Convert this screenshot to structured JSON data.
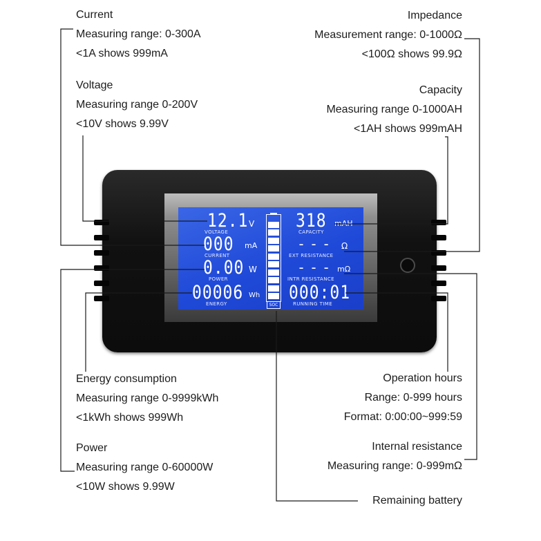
{
  "annotations": {
    "current": {
      "title": "Current",
      "line1": "Measuring range: 0-300A",
      "line2": "<1A shows 999mA"
    },
    "voltage": {
      "title": "Voltage",
      "line1": "Measuring range 0-200V",
      "line2": "<10V shows 9.99V"
    },
    "impedance": {
      "title": "Impedance",
      "line1": "Measurement range: 0-1000Ω",
      "line2": "<100Ω shows 99.9Ω"
    },
    "capacity": {
      "title": "Capacity",
      "line1": "Measuring range 0-1000AH",
      "line2": "<1AH shows 999mAH"
    },
    "energy": {
      "title": "Energy consumption",
      "line1": "Measuring range 0-9999kWh",
      "line2": "<1kWh shows 999Wh"
    },
    "power": {
      "title": "Power",
      "line1": "Measuring range 0-60000W",
      "line2": "<10W shows 9.99W"
    },
    "operation": {
      "title": "Operation hours",
      "line1": "Range: 0-999 hours",
      "line2": "Format: 0:00:00~999:59"
    },
    "internal": {
      "title": "Internal resistance",
      "line1": "Measuring range: 0-999mΩ"
    },
    "battery": {
      "title": "Remaining battery"
    }
  },
  "display": {
    "voltage": {
      "value": "12.1",
      "unit": "V",
      "label": "VOLTAGE"
    },
    "current": {
      "value": "000",
      "unit": "mA",
      "label": "CURRENT"
    },
    "power": {
      "value": "0.00",
      "unit": "W",
      "label": "POWER"
    },
    "energy": {
      "value": "00006",
      "unit": "Wh",
      "label": "ENERGY"
    },
    "capacity": {
      "value": "318",
      "unit": "mAH",
      "label": "CAPACITY"
    },
    "ext_resistance": {
      "value": "---",
      "unit": "Ω",
      "label": "EXT RESISTANCE"
    },
    "intr_resistance": {
      "value": "---",
      "unit": "mΩ",
      "label": "INTR RESISTANCE"
    },
    "running_time": {
      "value": "000:01",
      "label": "RUNNING TIME"
    },
    "soc": {
      "label": "SOC",
      "level": 1.0,
      "segments": 10
    }
  },
  "colors": {
    "lcd": "#1f49d8",
    "device": "#111111",
    "text": "#1c1c1c"
  }
}
